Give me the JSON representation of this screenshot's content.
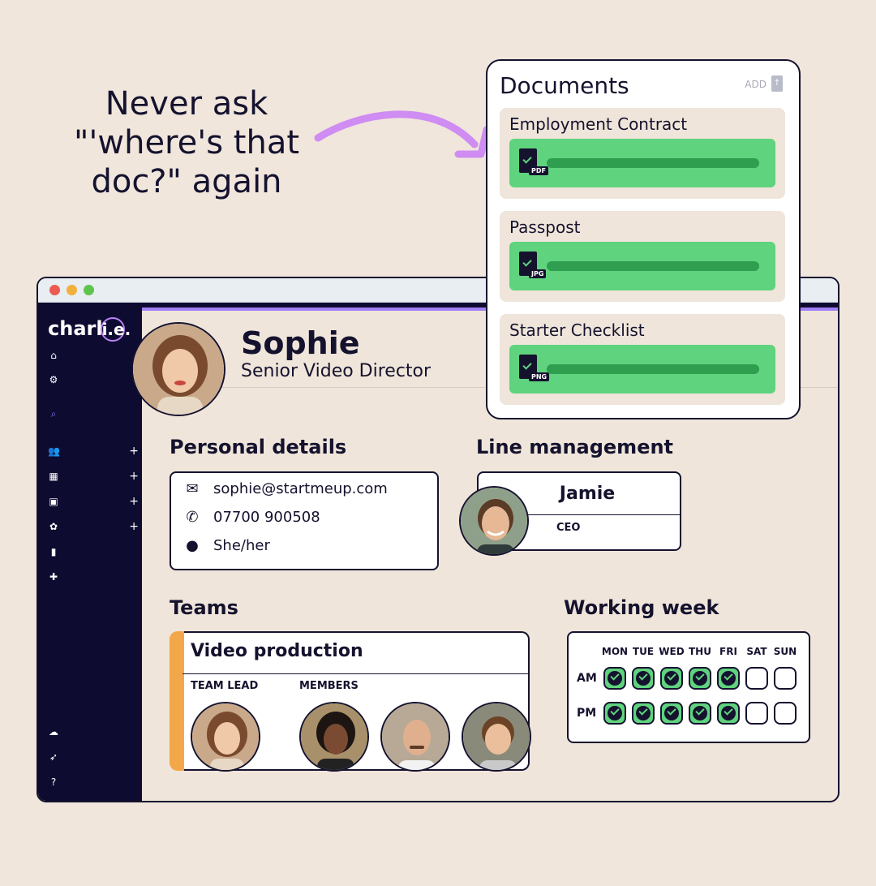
{
  "headline": [
    "Never ask",
    "\"'where's that",
    "doc?\" again"
  ],
  "window": {
    "sidebar": {
      "logo_text": "charl",
      "logo_ring": "i.e.",
      "items": [
        {
          "icon": "home-icon",
          "glyph": "⌂",
          "has_plus": false
        },
        {
          "icon": "gear-icon",
          "glyph": "⚙",
          "has_plus": false
        },
        {
          "icon": "search-icon",
          "glyph": "⌕",
          "has_plus": false,
          "active": true
        },
        {
          "icon": "people-icon",
          "glyph": "👥",
          "has_plus": true
        },
        {
          "icon": "building-icon",
          "glyph": "▦",
          "has_plus": true
        },
        {
          "icon": "briefcase-icon",
          "glyph": "▣",
          "has_plus": true
        },
        {
          "icon": "plant-icon",
          "glyph": "✿",
          "has_plus": true
        },
        {
          "icon": "chart-icon",
          "glyph": "▮",
          "has_plus": false
        },
        {
          "icon": "puzzle-icon",
          "glyph": "✚",
          "has_plus": false
        }
      ],
      "bottom_items": [
        {
          "icon": "cloud-computer-icon",
          "glyph": "☁"
        },
        {
          "icon": "rocket-icon",
          "glyph": "➶"
        },
        {
          "icon": "chat-help-icon",
          "glyph": "?"
        }
      ],
      "plus_glyph": "+"
    },
    "profile": {
      "name": "Sophie",
      "role": "Senior Video Director"
    },
    "personal_details": {
      "title": "Personal details",
      "email": "sophie@startmeup.com",
      "phone": "07700 900508",
      "pronouns": "She/her"
    },
    "line_management": {
      "title": "Line management",
      "manager_name": "Jamie",
      "manager_role": "CEO"
    },
    "teams": {
      "title": "Teams",
      "team_name": "Video production",
      "team_lead_label": "TEAM LEAD",
      "members_label": "MEMBERS"
    },
    "working_week": {
      "title": "Working week",
      "days": [
        "MON",
        "TUE",
        "WED",
        "THU",
        "FRI",
        "SAT",
        "SUN"
      ],
      "am_label": "AM",
      "pm_label": "PM",
      "am": [
        true,
        true,
        true,
        true,
        true,
        false,
        false
      ],
      "pm": [
        true,
        true,
        true,
        true,
        true,
        false,
        false
      ]
    }
  },
  "documents": {
    "title": "Documents",
    "add_label": "ADD",
    "items": [
      {
        "name": "Employment Contract",
        "ext": "PDF"
      },
      {
        "name": "Passpost",
        "ext": "JPG"
      },
      {
        "name": "Starter Checklist",
        "ext": "PNG"
      }
    ]
  },
  "colors": {
    "navy": "#15122e",
    "sidebar": "#0e0b30",
    "accent_purple": "#a07ef5",
    "green": "#5fd37e",
    "team_accent": "#f2a74b",
    "background": "#f0e6dc"
  }
}
